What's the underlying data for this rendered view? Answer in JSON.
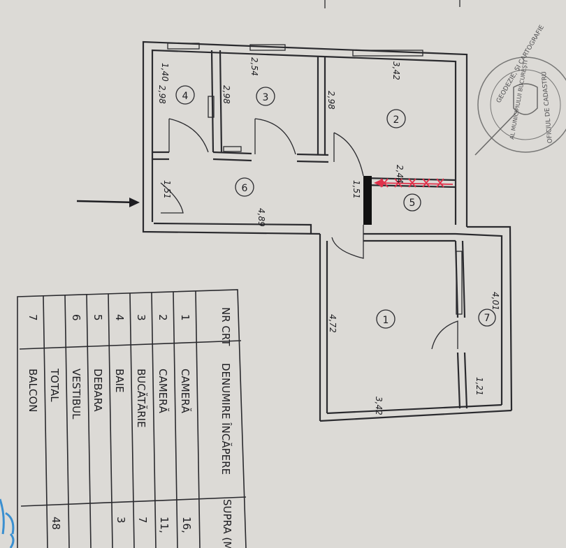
{
  "plan": {
    "dimensions": {
      "room4_w": "1,40",
      "room4_h": "2,98",
      "room3_w": "2,54",
      "room3_h": "2,98",
      "room2_w": "3,42",
      "room2_h": "2,98",
      "room5_w": "2,44",
      "room5_h": "1,51",
      "room6_w": "4,89",
      "room6_h": "1,51",
      "room1_w": "3,42",
      "room1_h": "4,72",
      "room7_w": "1,21",
      "room7_h": "4,01"
    },
    "room_numbers": [
      "1",
      "2",
      "3",
      "4",
      "5",
      "6",
      "7"
    ],
    "stamp_text_top": "GEODEZIE, ŞI CARTOGRAFIE",
    "stamp_text_mid": "AL MUNICIPIULUI BUCUREŞTI",
    "stamp_text_bot": "OFICIUL DE CADASTRU"
  },
  "table": {
    "headers": [
      "NR CRT",
      "DENUMIRE ÎNCĂPERE",
      "SUPRA (M"
    ],
    "rows": [
      {
        "nr": "1",
        "name": "CAMERĂ",
        "area": "16,"
      },
      {
        "nr": "2",
        "name": "CAMERĂ",
        "area": "11,"
      },
      {
        "nr": "3",
        "name": "BUCĂTĂRIE",
        "area": "7"
      },
      {
        "nr": "4",
        "name": "BAIE",
        "area": "3"
      },
      {
        "nr": "5",
        "name": "DEBARA",
        "area": ""
      },
      {
        "nr": "6",
        "name": "VESTIBUL",
        "area": ""
      },
      {
        "nr": "",
        "name": "TOTAL",
        "area": "48"
      },
      {
        "nr": "7",
        "name": "BALCON",
        "area": ""
      }
    ]
  },
  "colors": {
    "paper": "#dcdad6",
    "ink": "#2a2a2e",
    "red": "#e0304a",
    "blue": "#3a8fd0"
  }
}
